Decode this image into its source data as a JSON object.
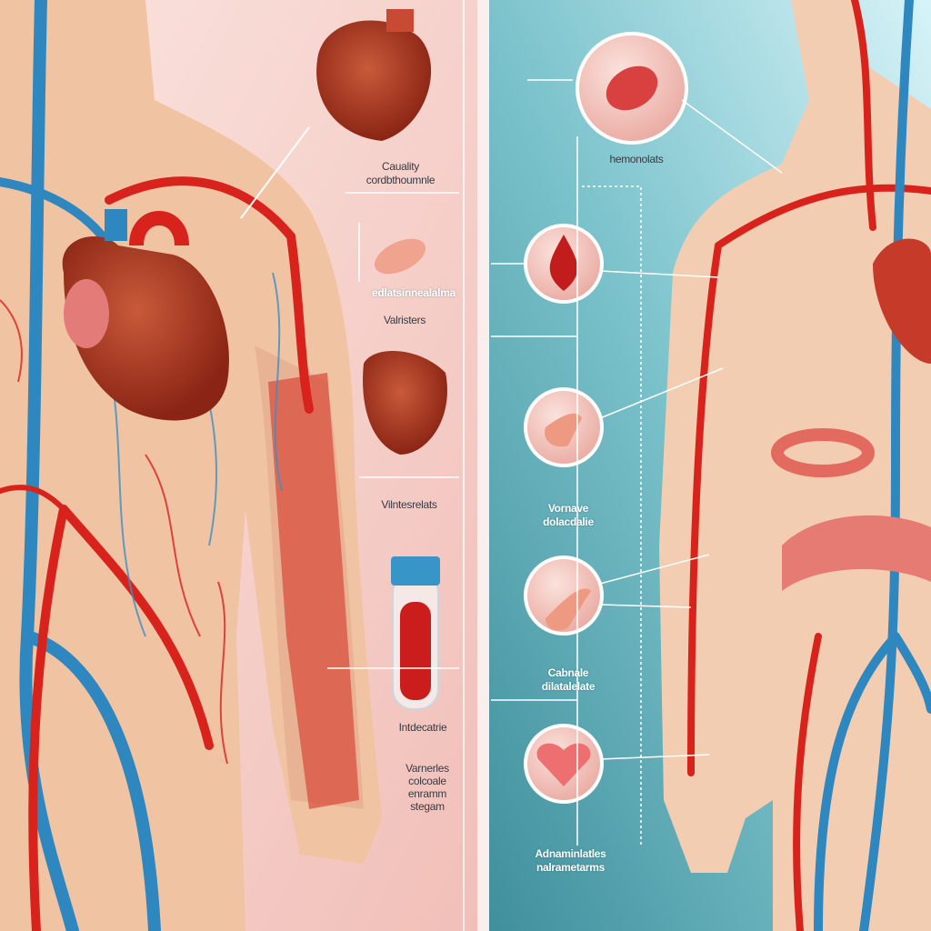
{
  "labels": {
    "left_top": [
      "Cauality",
      "cordbthoumnle"
    ],
    "left_pill": "edlatsinnealalma",
    "left_valristers": "Valristers",
    "left_heart": "Vilntesrelats",
    "left_tube": "Intdecatrie",
    "left_bottom": [
      "Varnerles",
      "colcoale",
      "enramm",
      "stegam"
    ],
    "right_top": "hemonolats",
    "right_mid1": [
      "Vornave",
      "dolacdalie"
    ],
    "right_mid2": [
      "Cabnale",
      "dilatalelate"
    ],
    "right_bottom": [
      "Adnaminlatles",
      "nalrametarms"
    ]
  },
  "colors": {
    "left_panel": "#f5cdc7",
    "right_panel": "#5fb0bb",
    "artery": "#d8231d",
    "vein": "#2f87c0",
    "skin": "#f0c4a4"
  },
  "icons": [
    "heart-icon",
    "pill-icon",
    "blood-drop-icon",
    "blood-tube-icon",
    "vessel-icon",
    "heartbeat-heart-icon"
  ]
}
